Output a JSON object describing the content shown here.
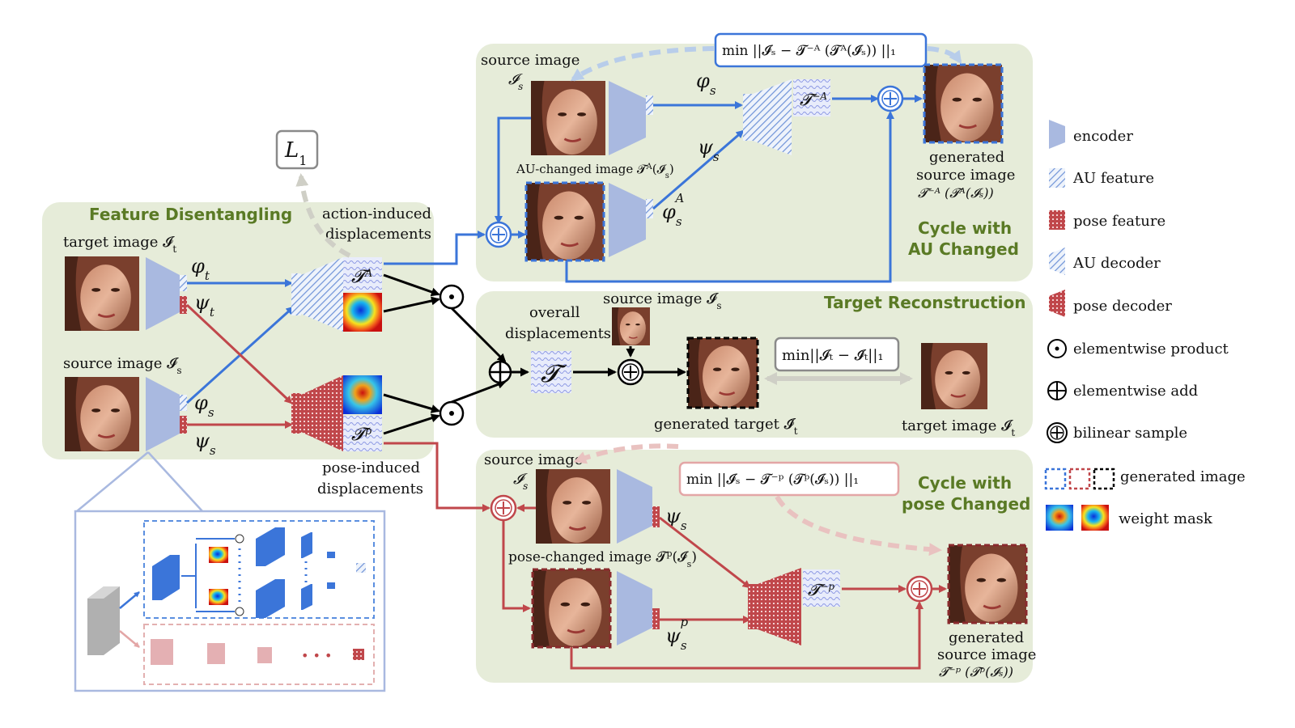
{
  "panels": {
    "feature_disentangling": "Feature Disentangling",
    "cycle_au_1": "Cycle with",
    "cycle_au_2": "AU Changed",
    "target_reconstruction": "Target  Reconstruction",
    "cycle_pose_1": "Cycle with",
    "cycle_pose_2": "pose Changed"
  },
  "labels": {
    "target_image": "target image 𝓘",
    "target_image_sub": "t",
    "source_image_left": "source image 𝓘",
    "source_image_left_sub": "s",
    "action_induced_1": "action-induced",
    "action_induced_2": "displacements",
    "pose_induced_1": "pose-induced",
    "pose_induced_2": "displacements",
    "l1": "L",
    "l1_sub": "1",
    "phi_t": "φ",
    "phi_t_sub": "t",
    "psi_t": "ψ",
    "psi_t_sub": "t",
    "phi_s": "φ",
    "phi_s_sub": "s",
    "psi_s": "ψ",
    "psi_s_sub": "s",
    "t_a": "𝓣",
    "t_a_sup": "A",
    "t_p": "𝓣",
    "t_p_sup": "p"
  },
  "top_cycle": {
    "source_image_1": "source image",
    "source_image_2": "𝓘",
    "source_image_sub": "s",
    "au_changed": "AU-changed image 𝓣",
    "au_changed_sup": "A",
    "au_changed_tail": "(𝓘",
    "au_changed_tail_sub": "s",
    "au_changed_end": ")",
    "phi_s": "φ",
    "phi_s_sub": "s",
    "psi_s": "ψ",
    "psi_s_sub": "s",
    "phi_s_a": "φ",
    "phi_s_a_sub": "s",
    "phi_s_a_sup": "A",
    "t_inv_a": "𝓣",
    "t_inv_a_sup": "−A",
    "loss": "min ||𝓘ₛ − 𝓣⁻ᴬ (𝓣ᴬ(𝓘ₛ)) ||₁",
    "generated_1": "generated",
    "generated_2": "source image",
    "generated_3": "𝓣⁻ᴬ (𝓣ᴬ(𝓘ₛ))"
  },
  "middle": {
    "overall_1": "overall",
    "overall_2": "displacements",
    "source_image": "source image 𝓘",
    "source_image_sub": "s",
    "t": "𝓣",
    "loss": "min||𝓘ₜ − 𝓘̂ₜ||₁",
    "generated_target": "generated target 𝓘̂",
    "generated_target_sub": "t",
    "target_image": "target image 𝓘",
    "target_image_sub": "t"
  },
  "bottom_cycle": {
    "source_image_1": "source image",
    "source_image_2": "𝓘",
    "source_image_sub": "s",
    "pose_changed": "pose-changed image 𝓣",
    "pose_changed_sup": "p",
    "pose_changed_tail": "(𝓘",
    "pose_changed_tail_sub": "s",
    "pose_changed_end": ")",
    "psi_s": "ψ",
    "psi_s_sub": "s",
    "psi_s_p": "ψ",
    "psi_s_p_sub": "s",
    "psi_s_p_sup": "p",
    "t_inv_p": "𝓣",
    "t_inv_p_sup": "−p",
    "loss": "min ||𝓘ₛ − 𝓣⁻ᵖ (𝓣ᵖ(𝓘ₛ)) ||₁",
    "generated_1": "generated",
    "generated_2": "source image",
    "generated_3": "𝓣⁻ᵖ (𝓣ᵖ(𝓘ₛ))"
  },
  "legend": [
    {
      "icon": "encoder-icon",
      "label": "encoder"
    },
    {
      "icon": "au-feature-icon",
      "label": "AU feature"
    },
    {
      "icon": "pose-feature-icon",
      "label": "pose feature"
    },
    {
      "icon": "au-decoder-icon",
      "label": "AU decoder"
    },
    {
      "icon": "pose-decoder-icon",
      "label": "pose decoder"
    },
    {
      "icon": "elementwise-product-icon",
      "label": "elementwise product"
    },
    {
      "icon": "elementwise-add-icon",
      "label": "elementwise add"
    },
    {
      "icon": "bilinear-sample-icon",
      "label": "bilinear sample"
    },
    {
      "icon": "generated-image-icon",
      "label": "generated image"
    },
    {
      "icon": "weight-mask-icon",
      "label": "weight mask"
    }
  ],
  "colors": {
    "panel": "#e6ecd9",
    "blue": "#3b75d9",
    "red": "#c0474b",
    "encoder": "#a9b9e0",
    "green_text": "#5a7a25"
  }
}
